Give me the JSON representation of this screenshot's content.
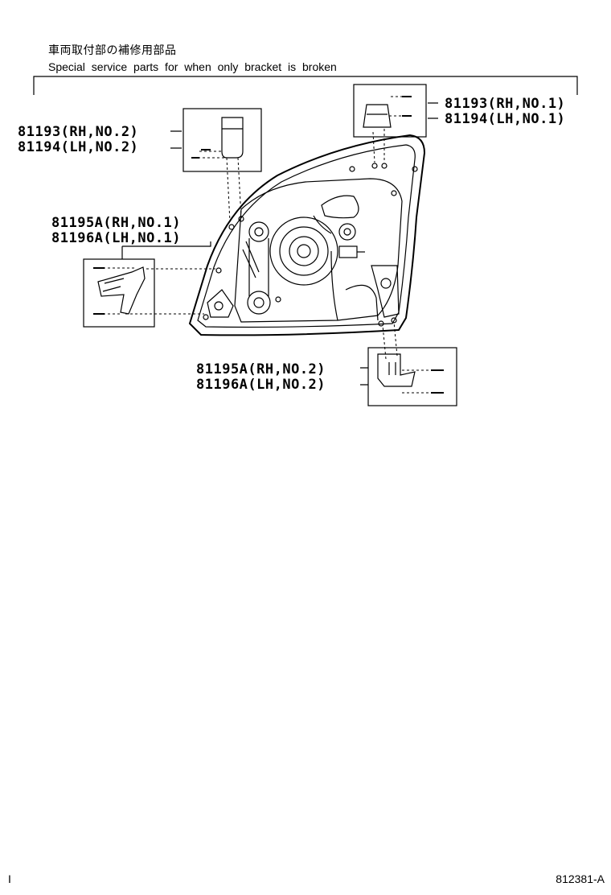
{
  "header": {
    "japanese_title": "車両取付部の補修用部品",
    "english_title": "Special service parts for when only bracket is broken"
  },
  "callouts": {
    "no1_top_right": {
      "rh": "81193(RH,NO.1)",
      "lh": "81194(LH,NO.1)"
    },
    "no2_top_left": {
      "rh": "81193(RH,NO.2)",
      "lh": "81194(LH,NO.2)"
    },
    "no1_left": {
      "rh": "81195A(RH,NO.1)",
      "lh": "81196A(LH,NO.1)"
    },
    "no2_bottom": {
      "rh": "81195A(RH,NO.2)",
      "lh": "81196A(LH,NO.2)"
    }
  },
  "footer": {
    "left_mark": "I",
    "figure_id": "812381-A"
  }
}
